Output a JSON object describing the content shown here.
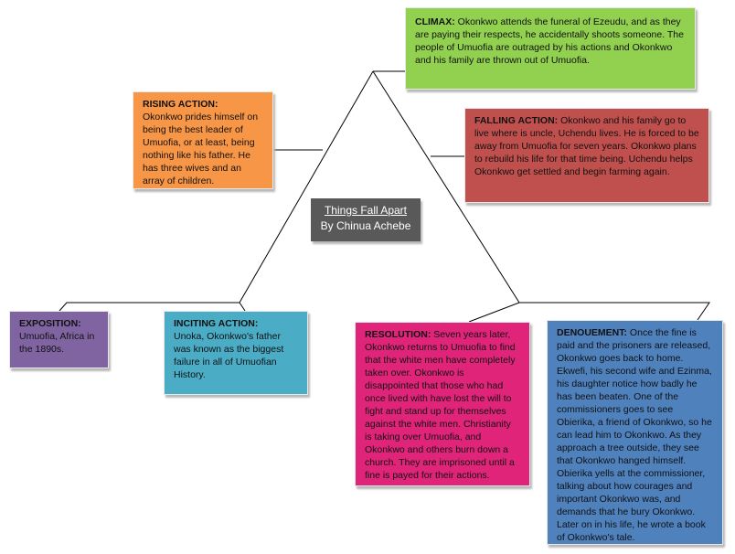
{
  "title": {
    "book": "Things Fall Apart",
    "author": "By Chinua Achebe"
  },
  "boxes": {
    "climax": {
      "label": "CLIMAX:",
      "text": " Okonkwo attends the funeral of Ezeudu, and as they are paying their respects, he accidentally shoots someone. The people of Umuofia are outraged by his actions and Okonkwo and his family are thrown out of Umuofia.",
      "color": "#92d050"
    },
    "rising": {
      "label": "RISING ACTION:",
      "text": "Okonkwo prides himself on being the best leader of Umuofia, or at least, being nothing like his father. He has three wives and an array of children.",
      "color": "#f79646"
    },
    "falling": {
      "label": "FALLING ACTION:",
      "text": " Okonkwo and his family go to live where is uncle, Uchendu lives. He is forced to be away from Umuofia for seven years. Okonkwo plans to rebuild his life for that time being. Uchendu helps Okonkwo get settled and begin farming again.",
      "color": "#c0504d"
    },
    "exposition": {
      "label": "EXPOSITION:",
      "text": "Umuofia, Africa in the 1890s.",
      "color": "#8064a2"
    },
    "inciting": {
      "label": "INCITING ACTION:",
      "text": "Unoka, Okonkwo's father was known as the biggest failure in all of Umuofian History.",
      "color": "#4bacc6"
    },
    "resolution": {
      "label": "RESOLUTION:",
      "text": " Seven years later, Okonkwo returns to Umuofia to find that the white men have completely taken over. Okonkwo is disappointed that those who had once lived with have lost the will to fight and stand up for themselves against the white men. Christianity is taking over Umuofia, and Okonkwo and others burn down a church. They are imprisoned until a fine is payed for their actions.",
      "color": "#e0247a"
    },
    "denouement": {
      "label": "DENOUEMENT:",
      "text": " Once the fine is paid and the prisoners are released, Okonkwo goes back to home. Ekwefi, his second wife and Ezinma, his daughter notice how badly he has been beaten. One of the commissioners goes to see Obierika, a friend of Okonkwo, so he can lead him to Okonkwo. As they approach a tree outside, they see that Okonkwo hanged himself. Obierika yells at the commissioner, talking about how courages and important Okonkwo was, and demands that he bury Okonkwo. Later on in his life, he wrote a book of Okonkwo's tale.",
      "color": "#4f81bd"
    }
  }
}
